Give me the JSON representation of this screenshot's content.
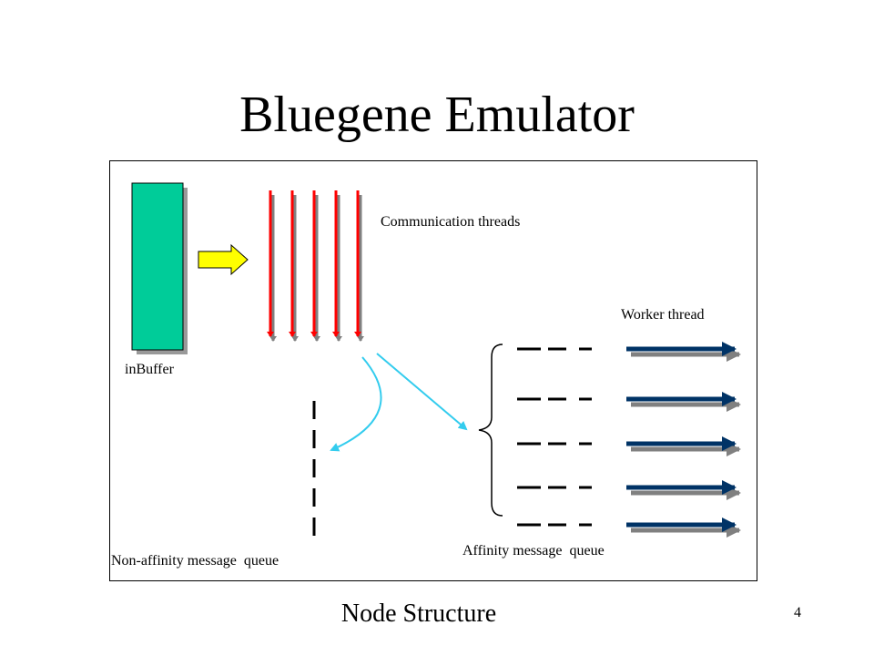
{
  "slide": {
    "title": "Bluegene Emulator",
    "caption": "Node Structure",
    "page_number": "4"
  },
  "diagram": {
    "labels": {
      "communication_threads": "Communication threads",
      "worker_thread": "Worker thread",
      "in_buffer": "inBuffer",
      "non_affinity_queue": "Non-affinity message  queue",
      "affinity_queue": "Affinity message  queue"
    },
    "colors": {
      "buffer_fill": "#00cc99",
      "buffer_shadow": "#999999",
      "yellow_arrow": "#ffff00",
      "comm_thread": "#ff0000",
      "thread_shadow": "#808080",
      "flow_arrow": "#33ccee",
      "worker_thread": "#003366"
    }
  }
}
